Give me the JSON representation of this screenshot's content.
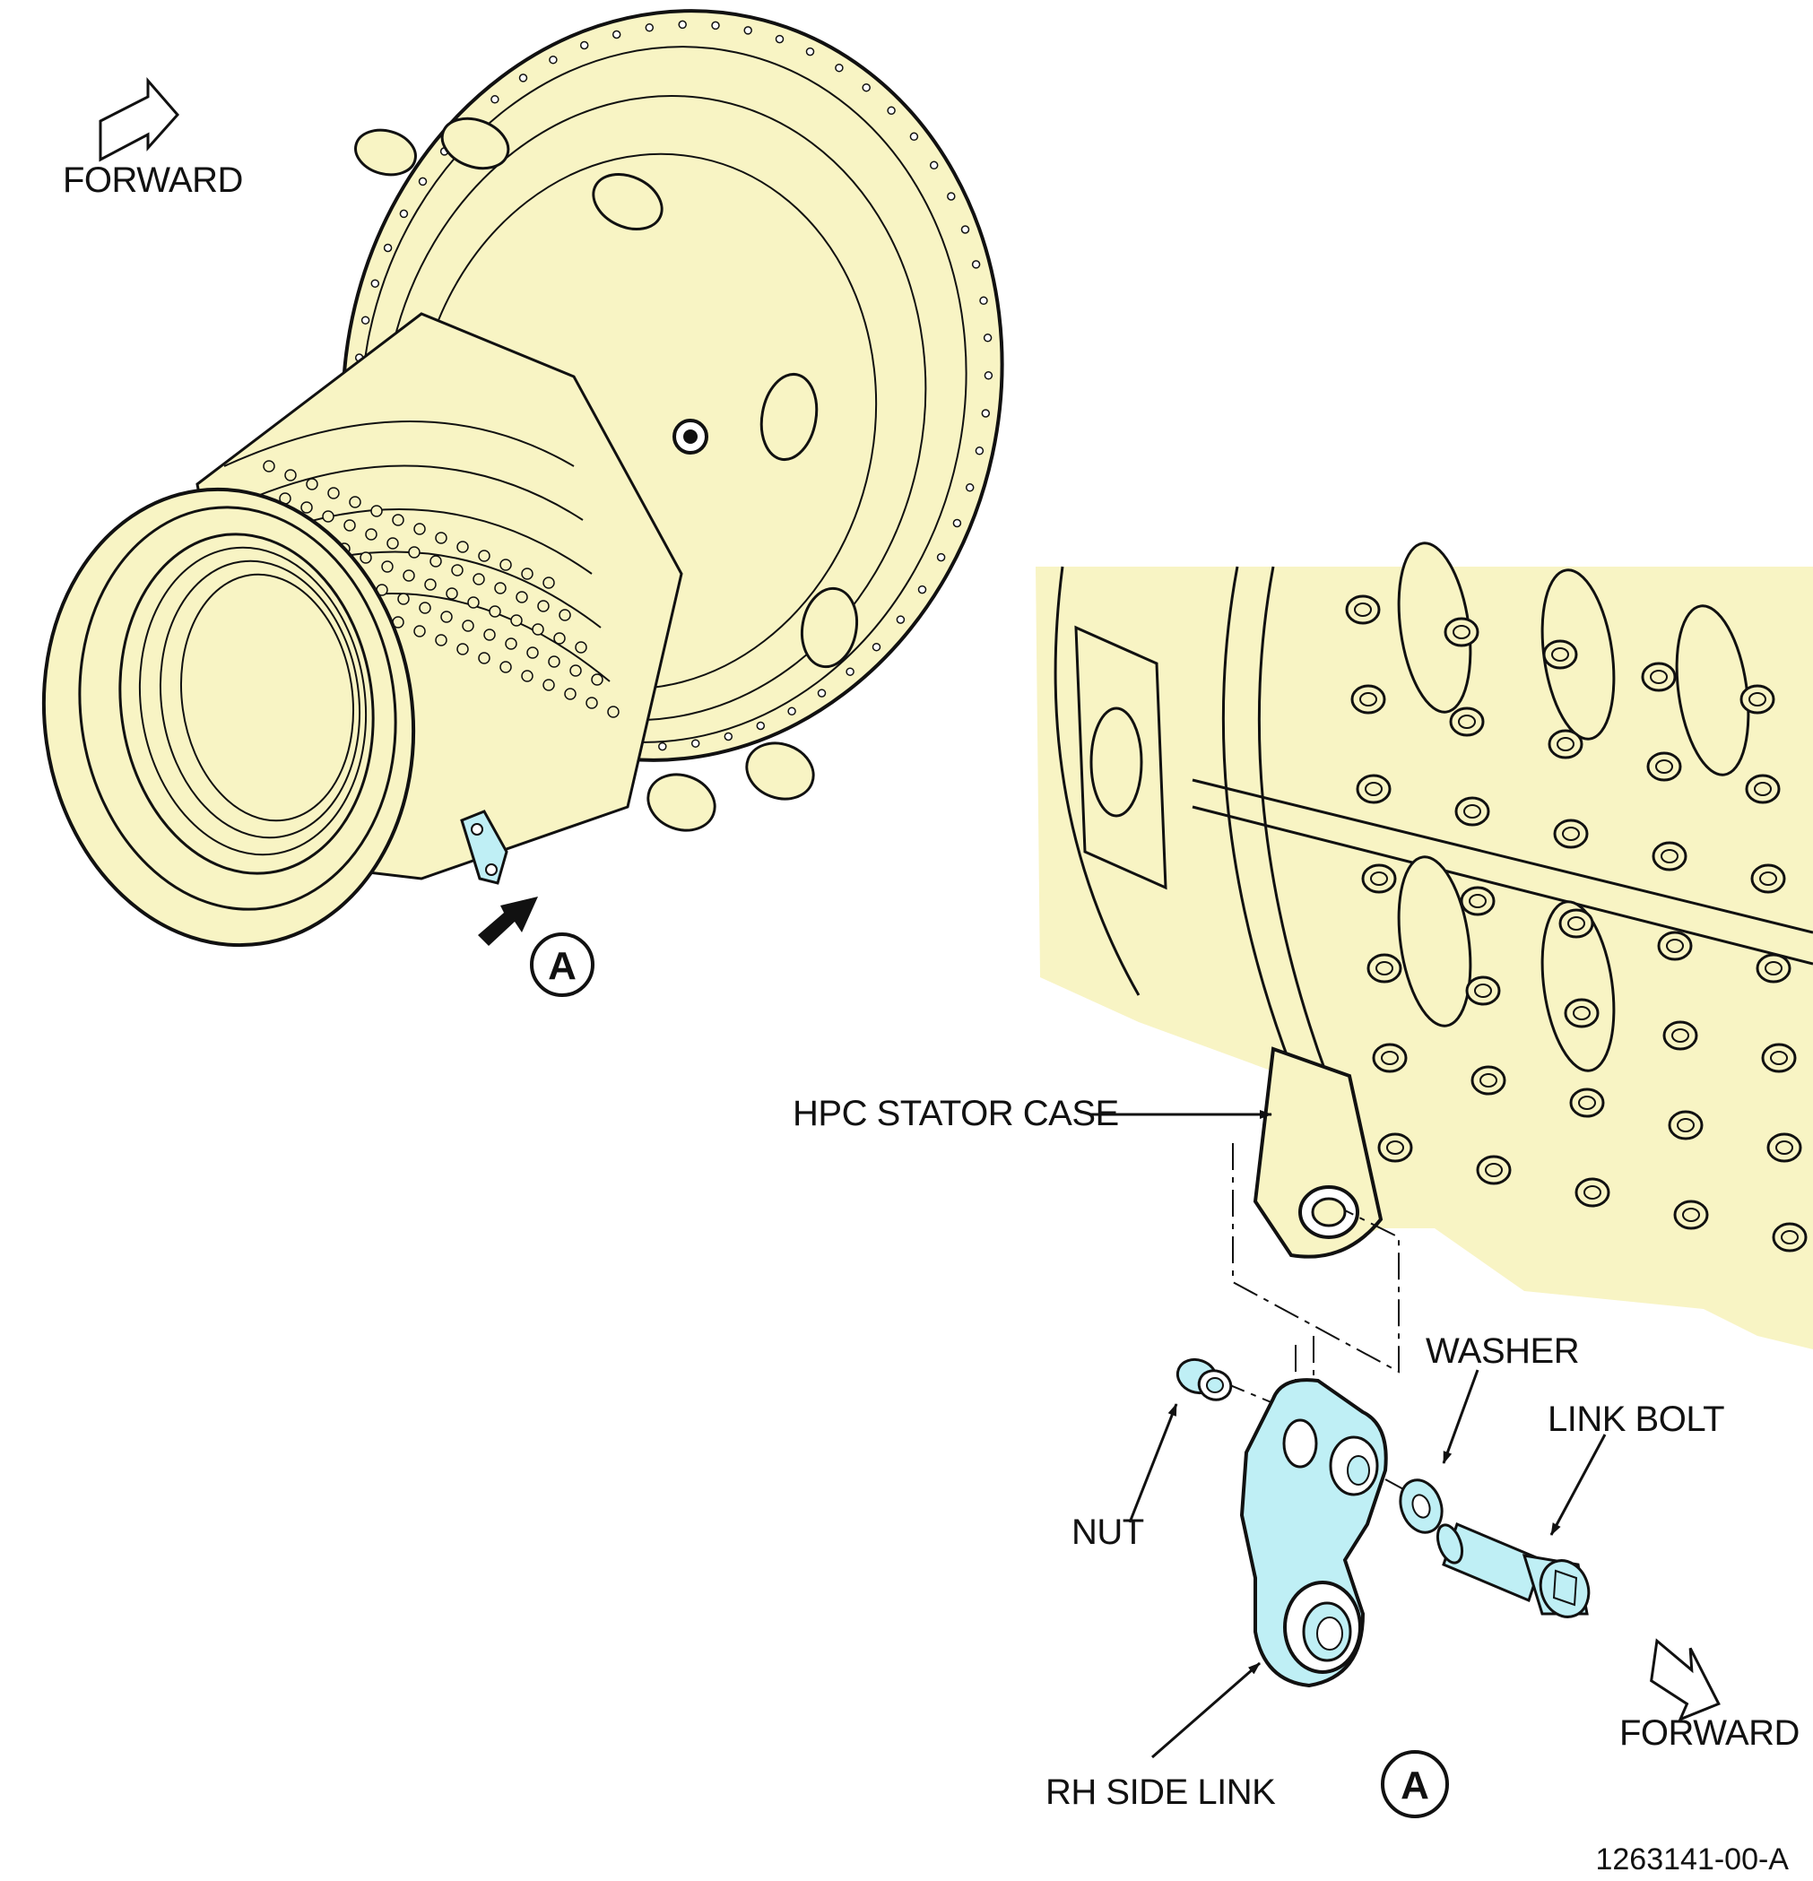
{
  "colors": {
    "part_fill": "#f8f4c4",
    "highlight_fill": "#bfeff5",
    "line": "#111111"
  },
  "overview": {
    "forward_label": "FORWARD",
    "view_callout": "A"
  },
  "detail": {
    "forward_label": "FORWARD",
    "view_callout": "A",
    "labels": {
      "stator_case": "HPC STATOR CASE",
      "washer": "WASHER",
      "link_bolt": "LINK BOLT",
      "nut": "NUT",
      "side_link": "RH SIDE LINK"
    }
  },
  "figure_id": "1263141-00-A"
}
